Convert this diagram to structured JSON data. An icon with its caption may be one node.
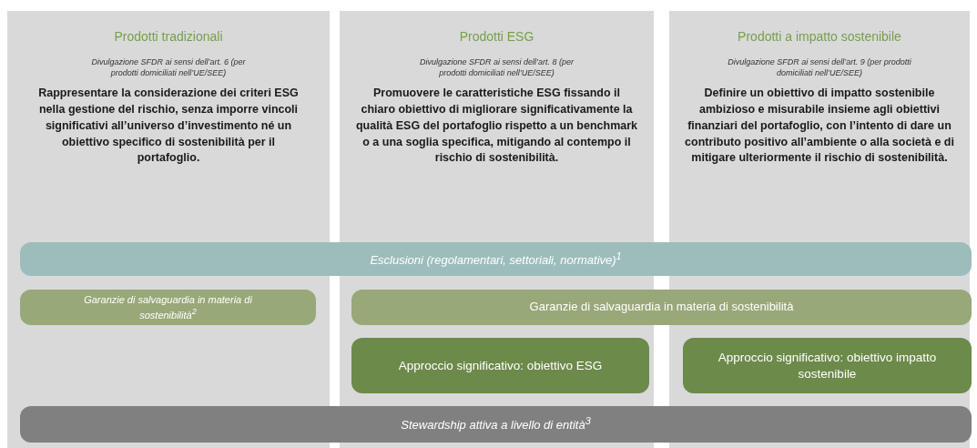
{
  "diagram": {
    "nodes": [
      {
        "text": [
          "Prodotti tradizionali",
          "Divulgazione SFDR ai sensi dell’art. 6 (per prodotti domiciliati nell’UE/SEE)",
          "Rappresentare la considerazione dei criteri ESG nella gestione del rischio, senza imporre vincoli significativi all’universo d’investimento né un obiettivo specifico di sostenibilità per il portafoglio."
        ]
      },
      {
        "text": [
          "Prodotti ESG",
          "Divulgazione SFDR ai sensi dell’art. 8 (per prodotti domiciliati nell’UE/SEE)",
          "Promuovere le caratteristiche ESG fissando il chiaro obiettivo di migliorare significativamente la qualità ESG del portafoglio rispetto a un benchmark o a una soglia specifica, mitigando al contempo il rischio di sostenibilità."
        ]
      },
      {
        "text": [
          "Prodotti a impatto sostenibile",
          "Divulgazione SFDR ai sensi dell’art. 9 (per prodotti domiciliati nell’UE/SEE)",
          "Definire un obiettivo di impatto sostenibile ambizioso e misurabile insieme agli obiettivi finanziari del portafoglio, con l’intento di dare un contributo positivo all’ambiente o alla società e di mitigare ulteriormente il rischio di sostenibilità."
        ]
      },
      {
        "text": [
          "Esclusioni (regolamentari, settoriali, normative)$^{1}$"
        ]
      },
      {
        "text": [
          "Garanzie di salvaguardia in materia di sostenibilità$^{2}$"
        ],
        "in": 0
      },
      {
        "text": [
          "Garanzie di salvaguardia in materia di sostenibilità"
        ]
      },
      {
        "text": [
          "Approccio significativo: obiettivo ESG"
        ],
        "in": 1
      },
      {
        "text": [
          "Approccio significativo: obiettivo impatto sostenibile"
        ],
        "in": 2
      },
      {
        "text": [
          "Stewardship attiva a livello di entità$^{3}$"
        ]
      }
    ]
  }
}
